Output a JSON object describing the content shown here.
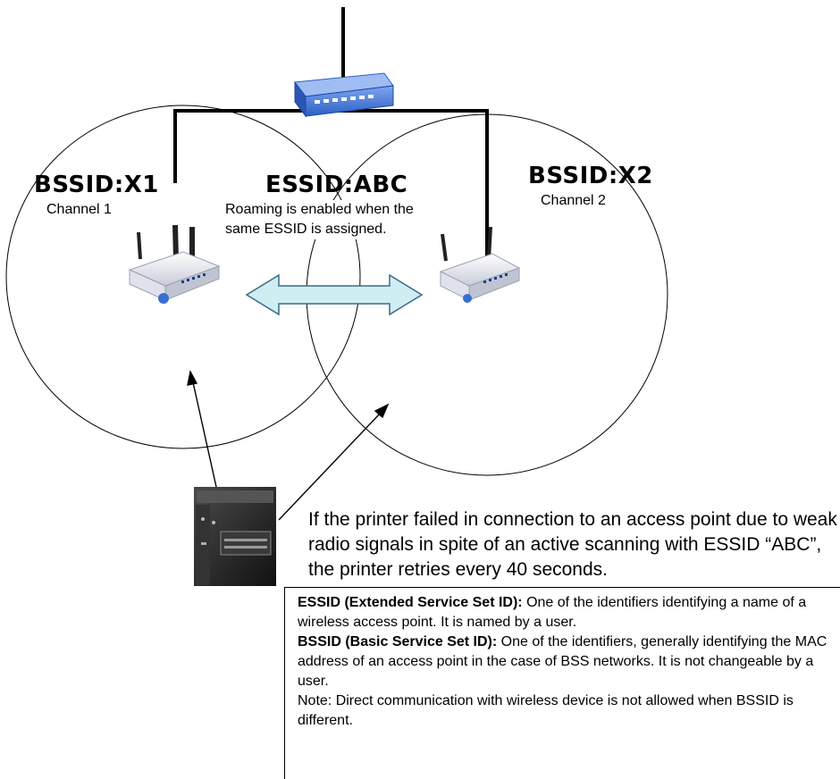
{
  "diagram": {
    "labels": {
      "bssid_x1": "BSSID:X1",
      "channel_1": "Channel 1",
      "essid_abc": "ESSID:ABC",
      "roaming_note": "Roaming is enabled when the same ESSID is assigned.",
      "bssid_x2": "BSSID:X2",
      "channel_2": "Channel 2"
    },
    "failure_note": "If the printer failed in connection to an access point due to weak radio signals in spite of an active scanning with ESSID “ABC”, the printer retries every 40 seconds.",
    "icons": [
      "network-hub-icon",
      "access-point-icon",
      "access-point-icon",
      "printer-icon",
      "double-arrow-icon"
    ],
    "colors": {
      "hub_blue": "#3a6fd1",
      "arrow_fill": "#cfeef2",
      "arrow_stroke": "#3b6a8a",
      "ap_body": "#e6e8ef",
      "printer_dark": "#2a2a2a"
    }
  },
  "definitions": {
    "essid_term": "ESSID (Extended Service Set ID):",
    "essid_text": " One of the identifiers identifying a name of a wireless access point.    It is named by a user.",
    "bssid_term": "BSSID (Basic Service Set ID):",
    "bssid_text": " One of the identifiers, generally identifying the MAC address of an access point in the case of BSS networks. It is not changeable by a user.",
    "note": "Note: Direct communication with wireless device is not allowed when BSSID is different."
  }
}
